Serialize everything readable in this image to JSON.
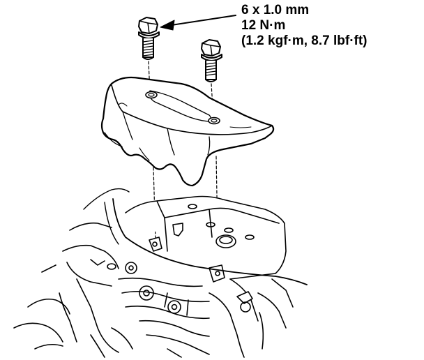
{
  "callout": {
    "bolt_size": "6 x 1.0 mm",
    "torque_nm": "12 N·m",
    "torque_alt": "(1.2 kgf·m, 8.7 lbf·ft)"
  },
  "colors": {
    "ink": "#000000",
    "paper": "#ffffff"
  },
  "parts": {
    "bolt_left": "hex-flange-bolt",
    "bolt_right": "hex-flange-bolt",
    "cover": "engine-cover",
    "engine": "engine-assembly"
  }
}
